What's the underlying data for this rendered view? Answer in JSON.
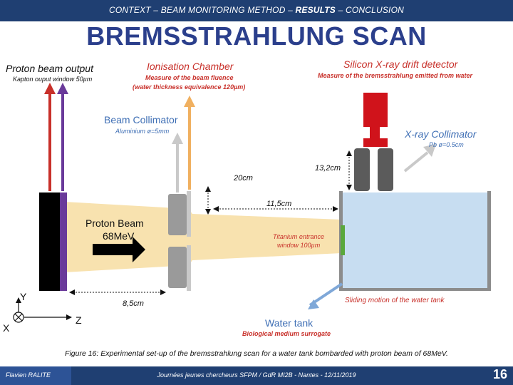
{
  "nav": {
    "prefix": "CONTEXT  – BEAM MONITORING METHOD – ",
    "current": "RESULTS",
    "suffix": " – CONCLUSION"
  },
  "title": "BREMSSTRAHLUNG SCAN",
  "labels": {
    "proton_output": "Proton beam output",
    "kapton_window": "Kapton ouput window 50µm",
    "ion_chamber": "Ionisation Chamber",
    "ion_chamber_desc1": "Measure of the beam fluence",
    "ion_chamber_desc2": "(water thickness equivalence 120µm)",
    "sdd": "Silicon X-ray drift detector",
    "sdd_desc": "Measure of the bremsstrahlung emitted from water",
    "beam_collimator": "Beam Collimator",
    "beam_collimator_desc": "Aluminium ø=5mm",
    "xray_collimator": "X-ray Collimator",
    "xray_collimator_desc": "Pb ø=0.5cm",
    "dist_13_2": "13,2cm",
    "dist_20": "20cm",
    "dist_11_5": "11,5cm",
    "proton_beam_line1": "Proton Beam",
    "proton_beam_line2": "68MeV",
    "titanium_line1": "Titanium entrance",
    "titanium_line2": "window 100µm",
    "axis_y": "Y",
    "axis_x": "X",
    "axis_z": "Z",
    "dist_8_5": "8,5cm",
    "sliding": "Sliding motion of the water tank",
    "water_tank": "Water tank",
    "water_tank_desc": "Biological medium surrogate"
  },
  "caption": "Figure 16: Experimental set-up of the bremsstrahlung scan for a water tank bombarded with proton beam of 68MeV.",
  "footer": {
    "author": "Flavien RALITE",
    "event": "Journées jeunes chercheurs SFPM / GdR MI2B -  Nantes - 12/11/2019",
    "page": "16"
  },
  "colors": {
    "header_bar": "#1f3f72",
    "title": "#2b3f8c",
    "label_red": "#c8302a",
    "label_blue": "#3f6fb5",
    "kapton": "#6a3a9a",
    "beam": "#f7dfa6",
    "water": "#c7ddf1",
    "titanium": "#5aa83c",
    "detector": "#d0131b"
  }
}
